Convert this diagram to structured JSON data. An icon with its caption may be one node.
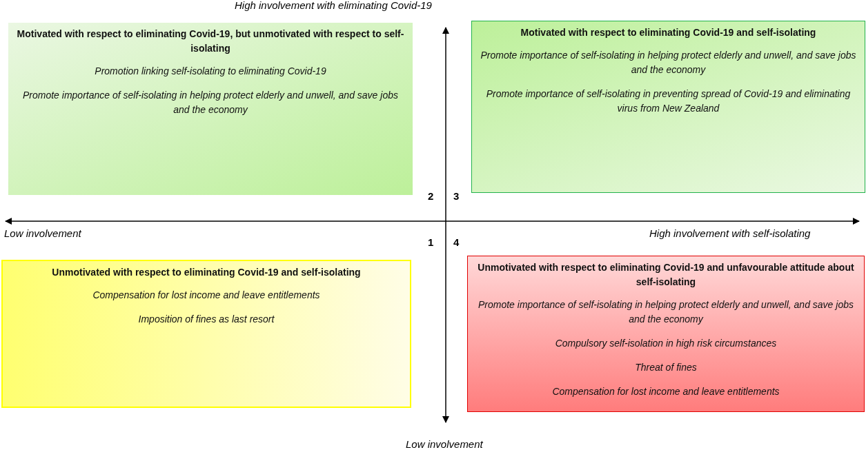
{
  "diagram": {
    "nodes": [
      {
        "text": [
          "Motivated with respect to eliminating Covid-19, but unmotivated with respect to self-isolating",
          "Promotion linking self-isolating to eliminating Covid-19",
          "Promote importance of self-isolating in helping protect elderly and unwell, and save jobs and the economy"
        ]
      },
      {
        "text": [
          "Motivated with respect to eliminating Covid-19 and self-isolating",
          "Promote importance of self-isolating in helping protect elderly and unwell, and save jobs and the economy",
          "Promote importance of self-isolating in preventing spread of Covid-19 and eliminating virus from New Zealand"
        ]
      },
      {
        "text": [
          "Unmotivated with respect to eliminating Covid-19 and self-isolating",
          "Compensation for lost income and leave entitlements",
          "Imposition of fines as last resort"
        ]
      },
      {
        "text": [
          "Unmotivated with respect to eliminating Covid-19 and unfavourable attitude about self-isolating",
          "Promote importance of self-isolating in helping protect elderly and unwell, and save jobs and the economy",
          "Compulsory self-isolation in high risk circumstances",
          "Threat of fines",
          "Compensation for lost income and leave entitlements"
        ]
      }
    ],
    "labels": [
      "High involvement with eliminating Covid-19",
      "2",
      "3",
      "Low involvement",
      "High involvement with self-isolating",
      "1",
      "4",
      "Low involvement"
    ]
  }
}
